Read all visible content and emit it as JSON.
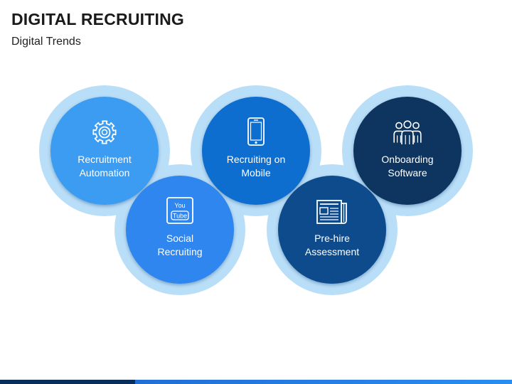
{
  "title": "DIGITAL RECRUITING",
  "subtitle": "Digital Trends",
  "nodes": [
    {
      "id": "recruitment-automation",
      "lines": [
        "Recruitment",
        "Automation"
      ],
      "icon": "gear-icon",
      "color": "#3a9cf2",
      "ring": "#b9def8"
    },
    {
      "id": "recruiting-on-mobile",
      "lines": [
        "Recruiting on",
        "Mobile"
      ],
      "icon": "mobile-phone-icon",
      "color": "#0f6ecf",
      "ring": "#b9def8"
    },
    {
      "id": "onboarding-software",
      "lines": [
        "Onboarding",
        "Software"
      ],
      "icon": "people-group-icon",
      "color": "#0c355f",
      "ring": "#b9def8"
    },
    {
      "id": "social-recruiting",
      "lines": [
        "Social",
        "Recruiting"
      ],
      "icon": "youtube-icon",
      "icon_text": [
        "You",
        "Tube"
      ],
      "color": "#2f86ee",
      "ring": "#b9def8"
    },
    {
      "id": "pre-hire-assessment",
      "lines": [
        "Pre-hire",
        "Assessment"
      ],
      "icon": "newspaper-icon",
      "color": "#0a4b8c",
      "ring": "#b9def8"
    }
  ]
}
